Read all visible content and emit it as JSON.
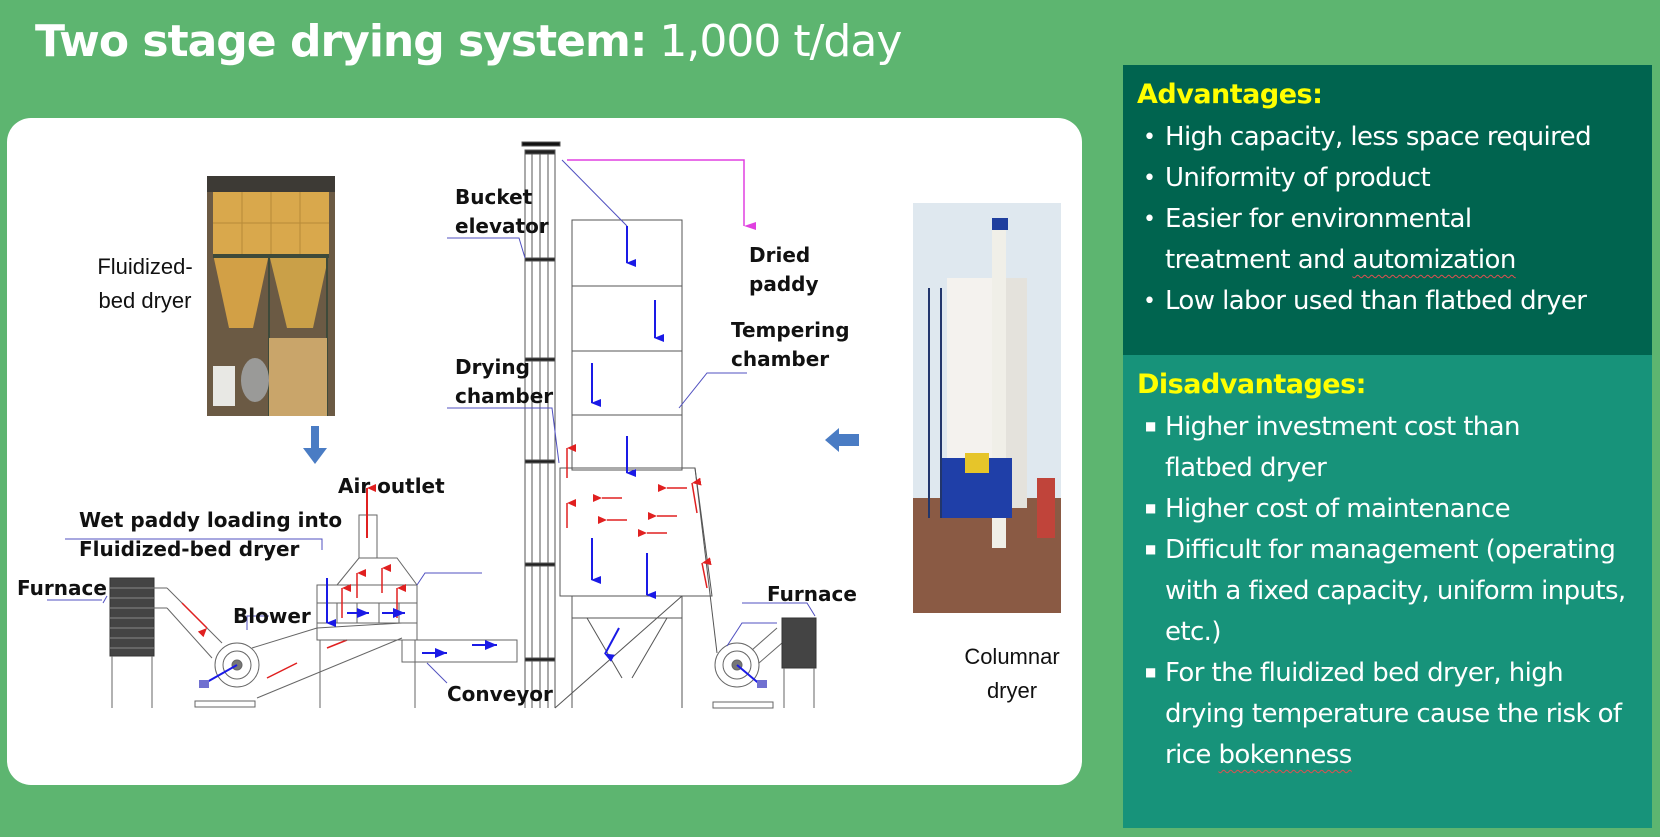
{
  "slide": {
    "title_bold": "Two stage drying system:",
    "title_rest": " 1,000 t/day"
  },
  "diagram": {
    "labels": {
      "fluidized_bed_dryer": [
        "Fluidized-",
        "bed dryer"
      ],
      "bucket_elevator": [
        "Bucket",
        "elevator"
      ],
      "dried_paddy": [
        "Dried",
        "paddy"
      ],
      "tempering_chamber": [
        "Tempering",
        "chamber"
      ],
      "drying_chamber": [
        "Drying",
        "chamber"
      ],
      "air_outlet": "Air outlet",
      "wet_paddy_loading": [
        "Wet paddy loading into",
        "Fluidized-bed dryer"
      ],
      "furnace_left": "Furnace",
      "blower": "Blower",
      "conveyor": "Conveyor",
      "furnace_right": "Furnace",
      "columnar_dryer": [
        "Columnar",
        "dryer"
      ]
    },
    "colors": {
      "grain_flow": "#1a1ae6",
      "air_flow": "#e02020",
      "dried_paddy_line": "#e040e0",
      "leader_line": "#5050c0",
      "flow_arrow": "#4a7cc4"
    },
    "photos": {
      "fluidized_bed_dryer": "fluidized-bed-dryer-photo",
      "columnar_dryer": "columnar-dryer-photo"
    }
  },
  "advantages": {
    "heading": "Advantages:",
    "bullet": "•",
    "items": [
      {
        "text": "High capacity, less space required"
      },
      {
        "text": "Uniformity of product"
      },
      {
        "text_pre": "Easier for environmental treatment and ",
        "text_flag": "automization"
      },
      {
        "text": "Low labor used than flatbed dryer"
      }
    ]
  },
  "disadvantages": {
    "heading": "Disadvantages:",
    "bullet": "■",
    "items": [
      {
        "text": "Higher investment cost than flatbed dryer"
      },
      {
        "text": "Higher cost of maintenance"
      },
      {
        "text": "Difficult for management (operating with a fixed capacity, uniform inputs, etc.)"
      },
      {
        "text_pre": "For the fluidized bed dryer, high drying temperature cause the risk of rice ",
        "text_flag": "bokenness"
      }
    ]
  }
}
